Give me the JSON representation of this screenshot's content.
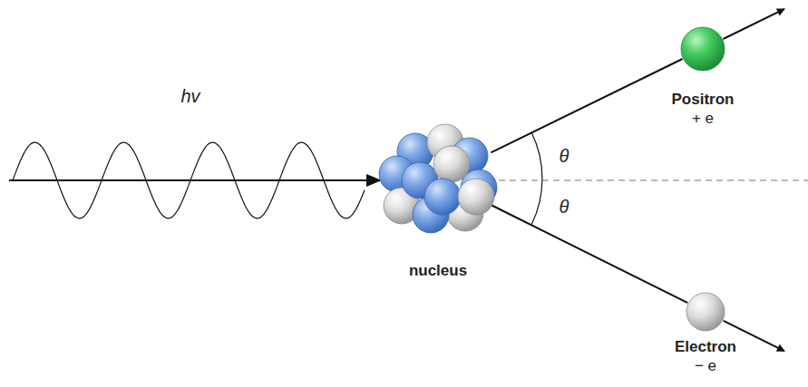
{
  "diagram": {
    "nodes": [
      {
        "text": [
          "nucleus"
        ]
      },
      {
        "text": [
          "Positron",
          "+ e"
        ]
      },
      {
        "text": [
          "Electron",
          "− e"
        ]
      }
    ],
    "edges": [
      {
        "from": 0,
        "to": 1,
        "arrow": "none"
      },
      {
        "from": 0,
        "to": 2,
        "arrow": "none"
      }
    ],
    "labels": [
      "hv",
      "θ",
      "θ"
    ]
  }
}
